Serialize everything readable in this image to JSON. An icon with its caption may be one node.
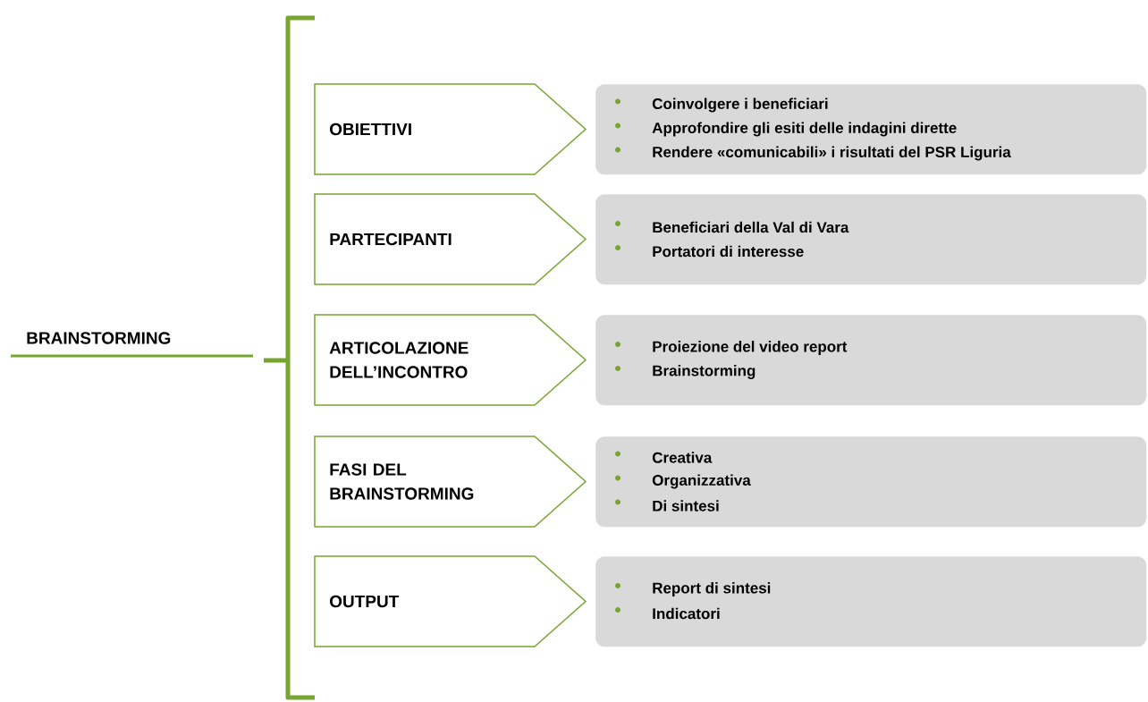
{
  "diagram": {
    "nodes": [
      {
        "text": [
          "BRAINSTORMING"
        ]
      },
      {
        "text": [
          "OBIETTIVI"
        ]
      },
      {
        "text": [
          "Coinvolgere i beneficiari",
          "Approfondire gli esiti delle indagini dirette",
          "Rendere «comunicabili» i risultati del PSR Liguria"
        ]
      },
      {
        "text": [
          "PARTECIPANTI"
        ]
      },
      {
        "text": [
          "Beneficiari della Val di Vara",
          "Portatori di interesse"
        ]
      },
      {
        "text": [
          "ARTICOLAZIONE DELL’INCONTRO"
        ]
      },
      {
        "text": [
          "Proiezione del video report",
          "Brainstorming"
        ]
      },
      {
        "text": [
          "FASI DEL BRAINSTORMING"
        ]
      },
      {
        "text": [
          "Creativa",
          "Organizzativa",
          "Di sintesi"
        ]
      },
      {
        "text": [
          "OUTPUT"
        ]
      },
      {
        "text": [
          "Report di sintesi",
          "Indicatori"
        ]
      }
    ]
  }
}
